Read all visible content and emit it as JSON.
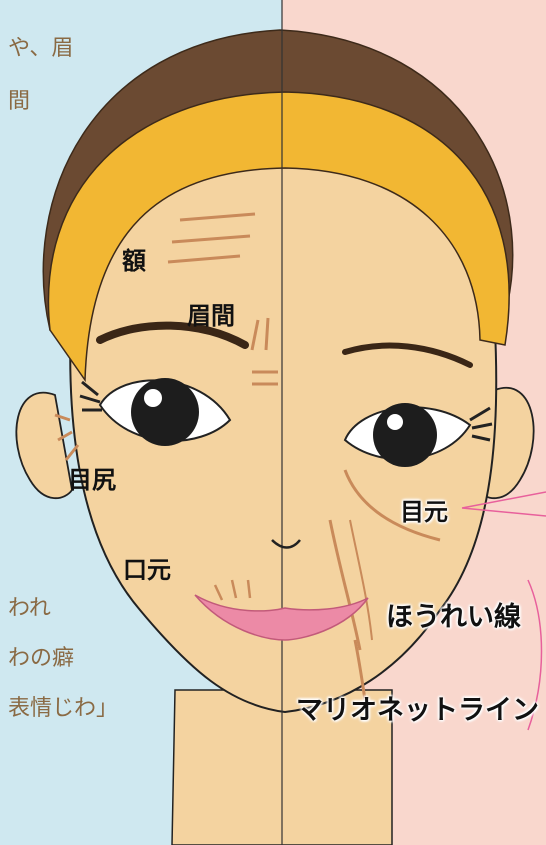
{
  "side_text": {
    "line_1": "や、眉",
    "line_2": "間",
    "line_3": "われ",
    "line_4": "わの癖",
    "line_5": "表情じわ」"
  },
  "labels": {
    "forehead": "額",
    "glabella": "眉間",
    "eye_corner_outer": "目尻",
    "mouth": "口元",
    "eye_corner_inner": "目元",
    "nasolabial": "ほうれい線",
    "marionette": "マリオネットライン"
  },
  "colors": {
    "left_background": "#cfe8f0",
    "right_background": "#f9d7cd",
    "skin": "#f4d3a0",
    "hair": "#6b4a32",
    "headband": "#f2b733",
    "lips": "#ec8aa6",
    "side_text": "#8a6a44",
    "pointer_line": "#e8609c"
  }
}
